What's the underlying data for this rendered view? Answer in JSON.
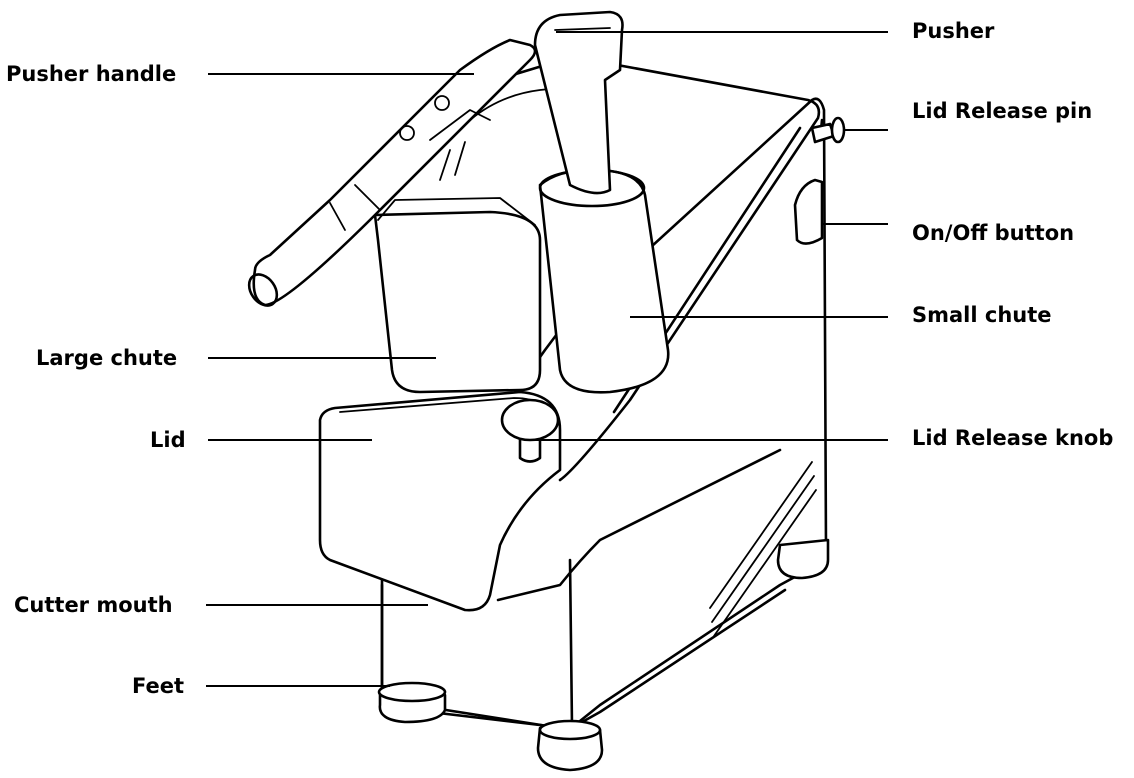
{
  "labels": {
    "pusher_handle": "Pusher handle",
    "large_chute": "Large chute",
    "lid": "Lid",
    "cutter_mouth": "Cutter mouth",
    "feet": "Feet",
    "pusher": "Pusher",
    "lid_release_pin": "Lid Release pin",
    "on_off_button": "On/Off button",
    "small_chute": "Small chute",
    "lid_release_knob": "Lid Release knob"
  }
}
